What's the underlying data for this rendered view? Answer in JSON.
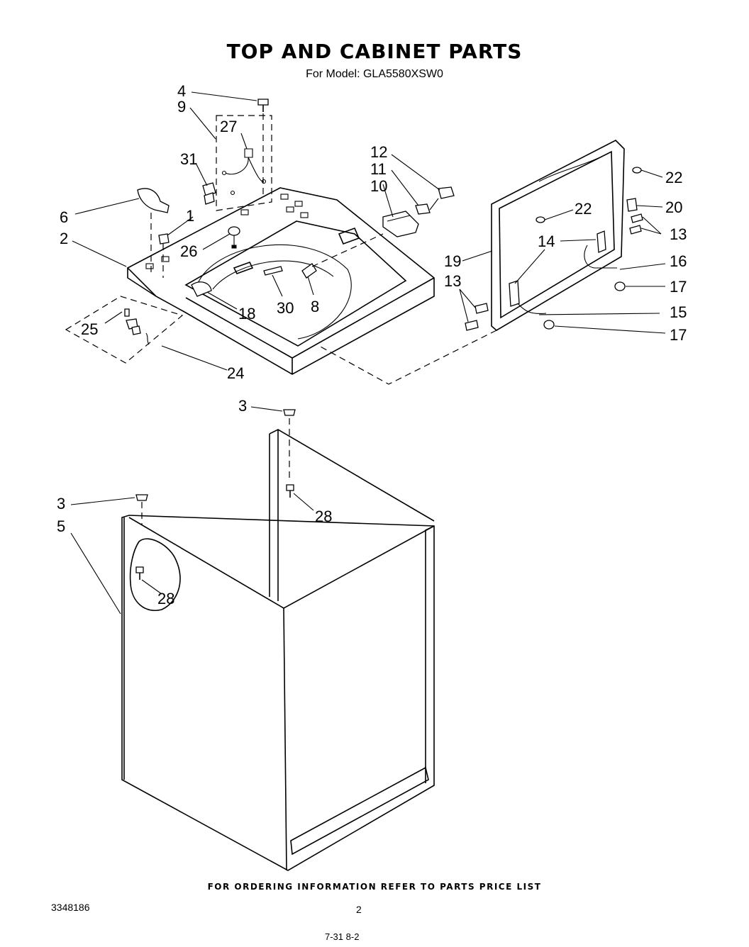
{
  "header": {
    "title": "TOP AND CABINET PARTS",
    "subtitle": "For Model: GLA5580XSW0"
  },
  "callouts": {
    "c1": "1",
    "c2": "2",
    "c3a": "3",
    "c3b": "3",
    "c4": "4",
    "c5": "5",
    "c6": "6",
    "c8": "8",
    "c9": "9",
    "c10": "10",
    "c11": "11",
    "c12": "12",
    "c13a": "13",
    "c13b": "13",
    "c14": "14",
    "c15": "15",
    "c16": "16",
    "c17a": "17",
    "c17b": "17",
    "c18": "18",
    "c19": "19",
    "c20": "20",
    "c22a": "22",
    "c22b": "22",
    "c24": "24",
    "c25": "25",
    "c26": "26",
    "c27": "27",
    "c28a": "28",
    "c28b": "28",
    "c30": "30",
    "c31": "31"
  },
  "footer": {
    "ordering_note": "FOR ORDERING INFORMATION REFER TO PARTS PRICE LIST",
    "document_number": "3348186",
    "page_number": "2",
    "date_mark": "7-31  8-2"
  }
}
